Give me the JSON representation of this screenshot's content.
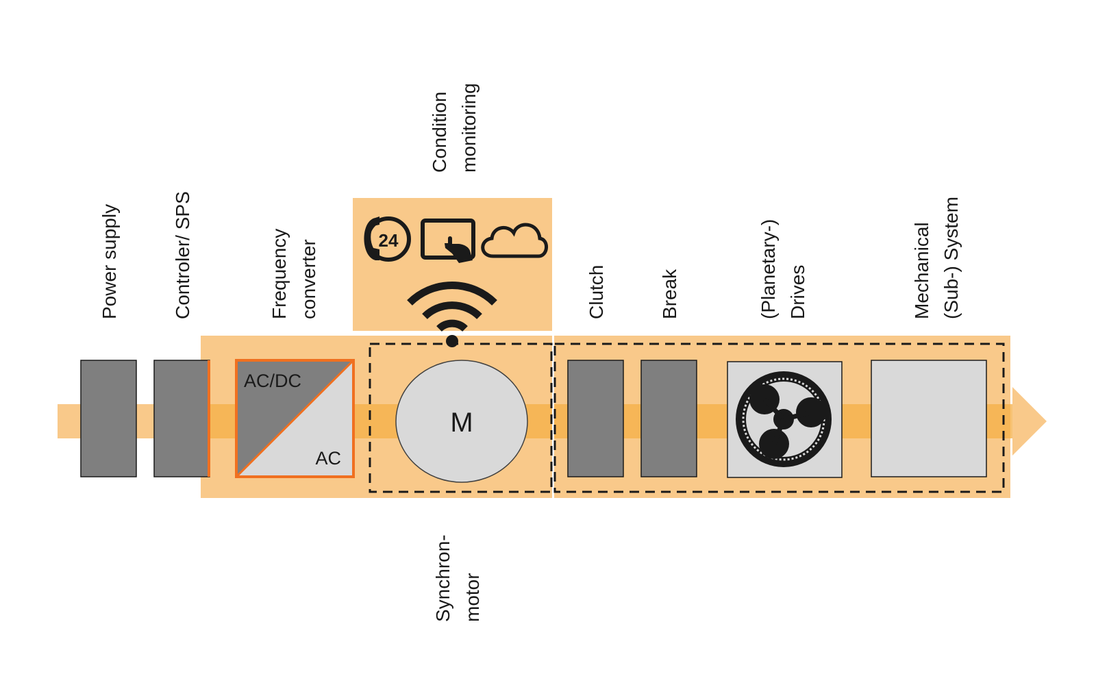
{
  "labels": {
    "power_supply": "Power supply",
    "controler": "Controler/ SPS",
    "frequency_converter": [
      "Frequency",
      "converter"
    ],
    "condition_monitoring": [
      "Condition",
      "monitoring"
    ],
    "clutch": "Clutch",
    "break": "Break",
    "planetary_drives": [
      "(Planetary-)",
      "Drives"
    ],
    "mechanical_system": [
      "Mechanical",
      "(Sub-) System"
    ],
    "synchron_motor": [
      "Synchron-",
      "motor"
    ]
  },
  "converter": {
    "top_label": "AC/DC",
    "bottom_label": "AC"
  },
  "motor": {
    "label": "M"
  },
  "icons": {
    "hotline": "phone-24-icon",
    "touch": "touchscreen-icon",
    "cloud": "cloud-icon",
    "wireless": "wifi-signal-icon",
    "gear": "planetary-gear-icon"
  },
  "hotline_text": "24",
  "colors": {
    "orange_light": "#F9C98A",
    "orange_band": "#F4AF45",
    "orange_border": "#F07020",
    "block_dark": "#7F7F7F",
    "block_light": "#D9D9D9",
    "outline": "#1a1a1a"
  }
}
